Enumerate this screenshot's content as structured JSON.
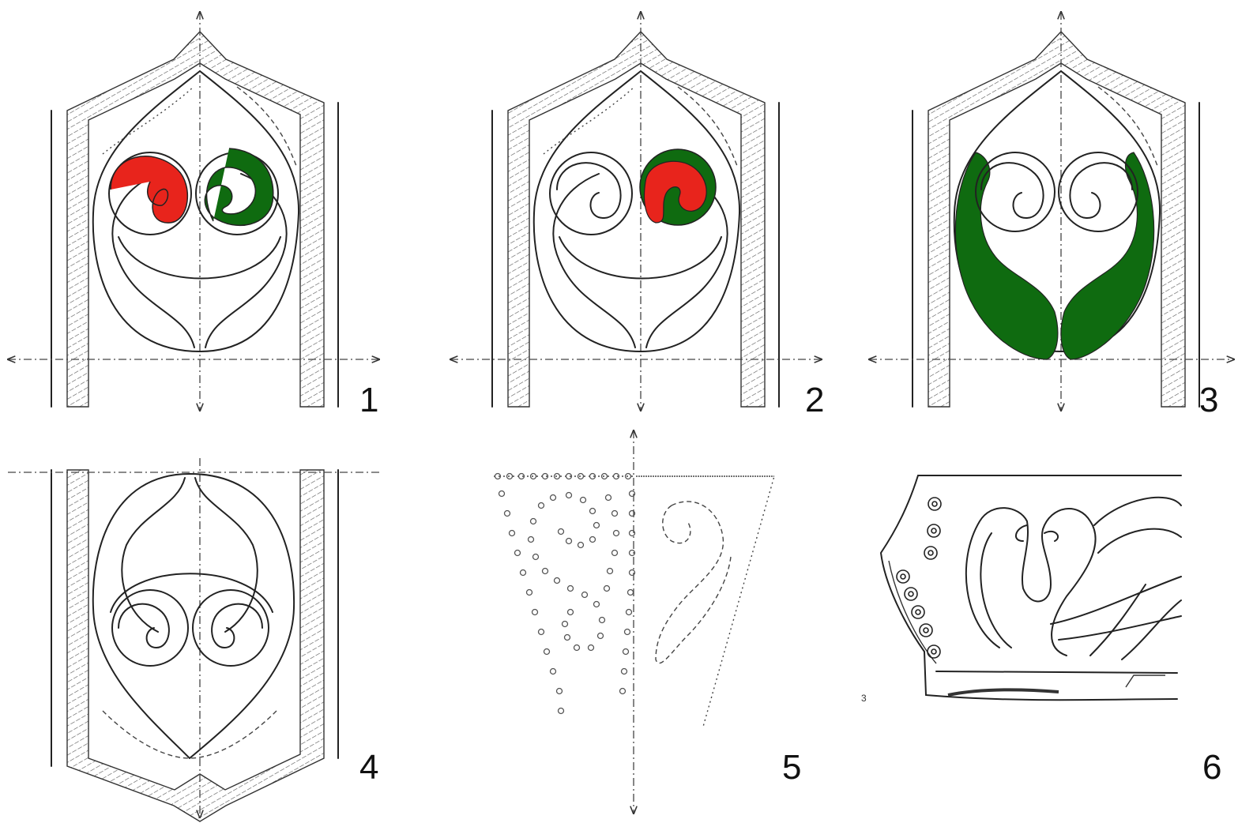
{
  "panels": [
    {
      "number": "1"
    },
    {
      "number": "2"
    },
    {
      "number": "3"
    },
    {
      "number": "4"
    },
    {
      "number": "5"
    },
    {
      "number": "6",
      "inner_label": "3"
    }
  ],
  "colors": {
    "red_fill": "#e8241c",
    "green_fill": "#0f6b10",
    "line": "#222222"
  }
}
